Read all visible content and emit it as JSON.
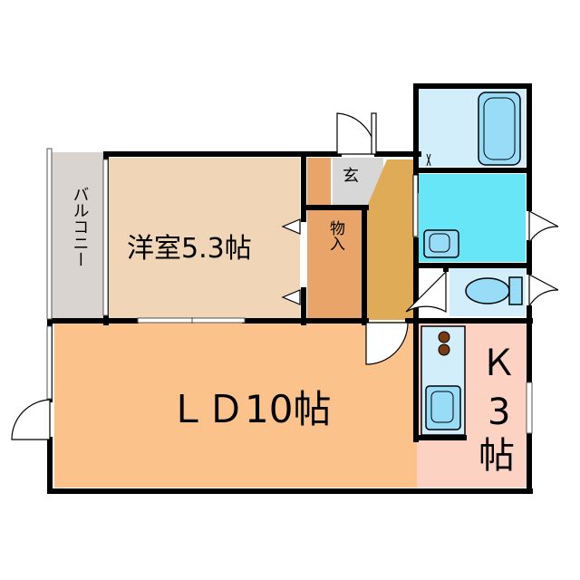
{
  "rooms": {
    "western_room": "洋室5.3帖",
    "storage": "物入",
    "entrance": "玄",
    "balcony": "バルコニー",
    "ld": "ＬＤ10帖",
    "kitchen_k": "Ｋ",
    "kitchen_size": "3",
    "kitchen_unit": "帖"
  },
  "colors": {
    "wall": "#000000",
    "western_room": "#f0d5b6",
    "storage": "#e9a46a",
    "hall": "#dfab57",
    "entrance": "#d7d7d7",
    "balcony": "#d9d4cf",
    "ld": "#fcc28c",
    "kitchen": "#fcd2c3",
    "bath": "#d3eefb",
    "washroom": "#66e6f6",
    "toilet": "#d3eefb",
    "fixture": "#99dcf7",
    "stove": "#7a3b10"
  }
}
